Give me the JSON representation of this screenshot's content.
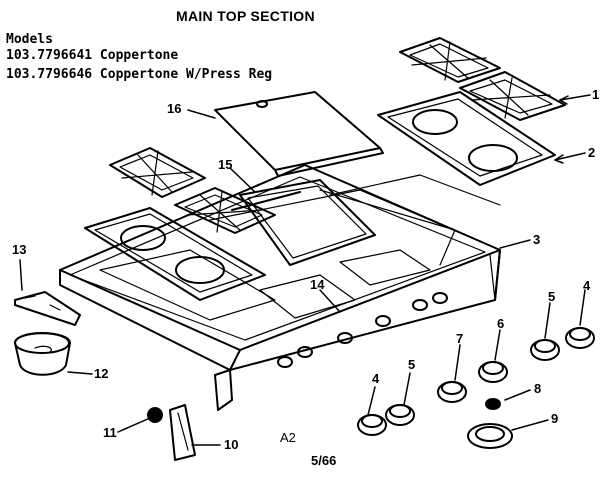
{
  "title": "MAIN TOP SECTION",
  "models_heading": "Models",
  "models": [
    "103.7796641 Coppertone",
    "103.7796646 Coppertone W/Press Reg"
  ],
  "callouts": {
    "p1": "1",
    "p2": "2",
    "p3": "3",
    "p4a": "4",
    "p4b": "4",
    "p5a": "5",
    "p5b": "5",
    "p6": "6",
    "p7": "7",
    "p8": "8",
    "p9": "9",
    "p10": "10",
    "p11": "11",
    "p12": "12",
    "p13": "13",
    "p14": "14",
    "p15": "15",
    "p16": "16"
  },
  "diagram_code": "A2",
  "page_ref": "5/66"
}
